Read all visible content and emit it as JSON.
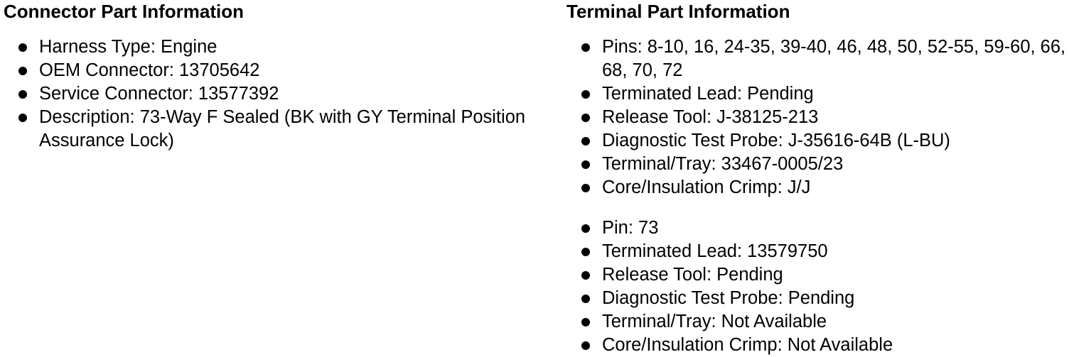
{
  "colors": {
    "text": "#000000",
    "background": "#ffffff",
    "bullet": "#000000"
  },
  "connector": {
    "heading": "Connector Part Information",
    "items": [
      "Harness Type: Engine",
      "OEM Connector: 13705642",
      "Service Connector: 13577392",
      "Description: 73-Way F Sealed (BK with GY Terminal Position Assurance Lock)"
    ]
  },
  "terminal": {
    "heading": "Terminal Part Information",
    "group1": [
      "Pins: 8-10, 16, 24-35, 39-40, 46, 48, 50, 52-55, 59-60, 66, 68, 70, 72",
      "Terminated Lead: Pending",
      "Release Tool: J-38125-213",
      "Diagnostic Test Probe: J-35616-64B (L-BU)",
      "Terminal/Tray: 33467-0005/23",
      "Core/Insulation Crimp: J/J"
    ],
    "group2": [
      "Pin: 73",
      "Terminated Lead: 13579750",
      "Release Tool: Pending",
      "Diagnostic Test Probe: Pending",
      "Terminal/Tray: Not Available",
      "Core/Insulation Crimp: Not Available"
    ]
  }
}
